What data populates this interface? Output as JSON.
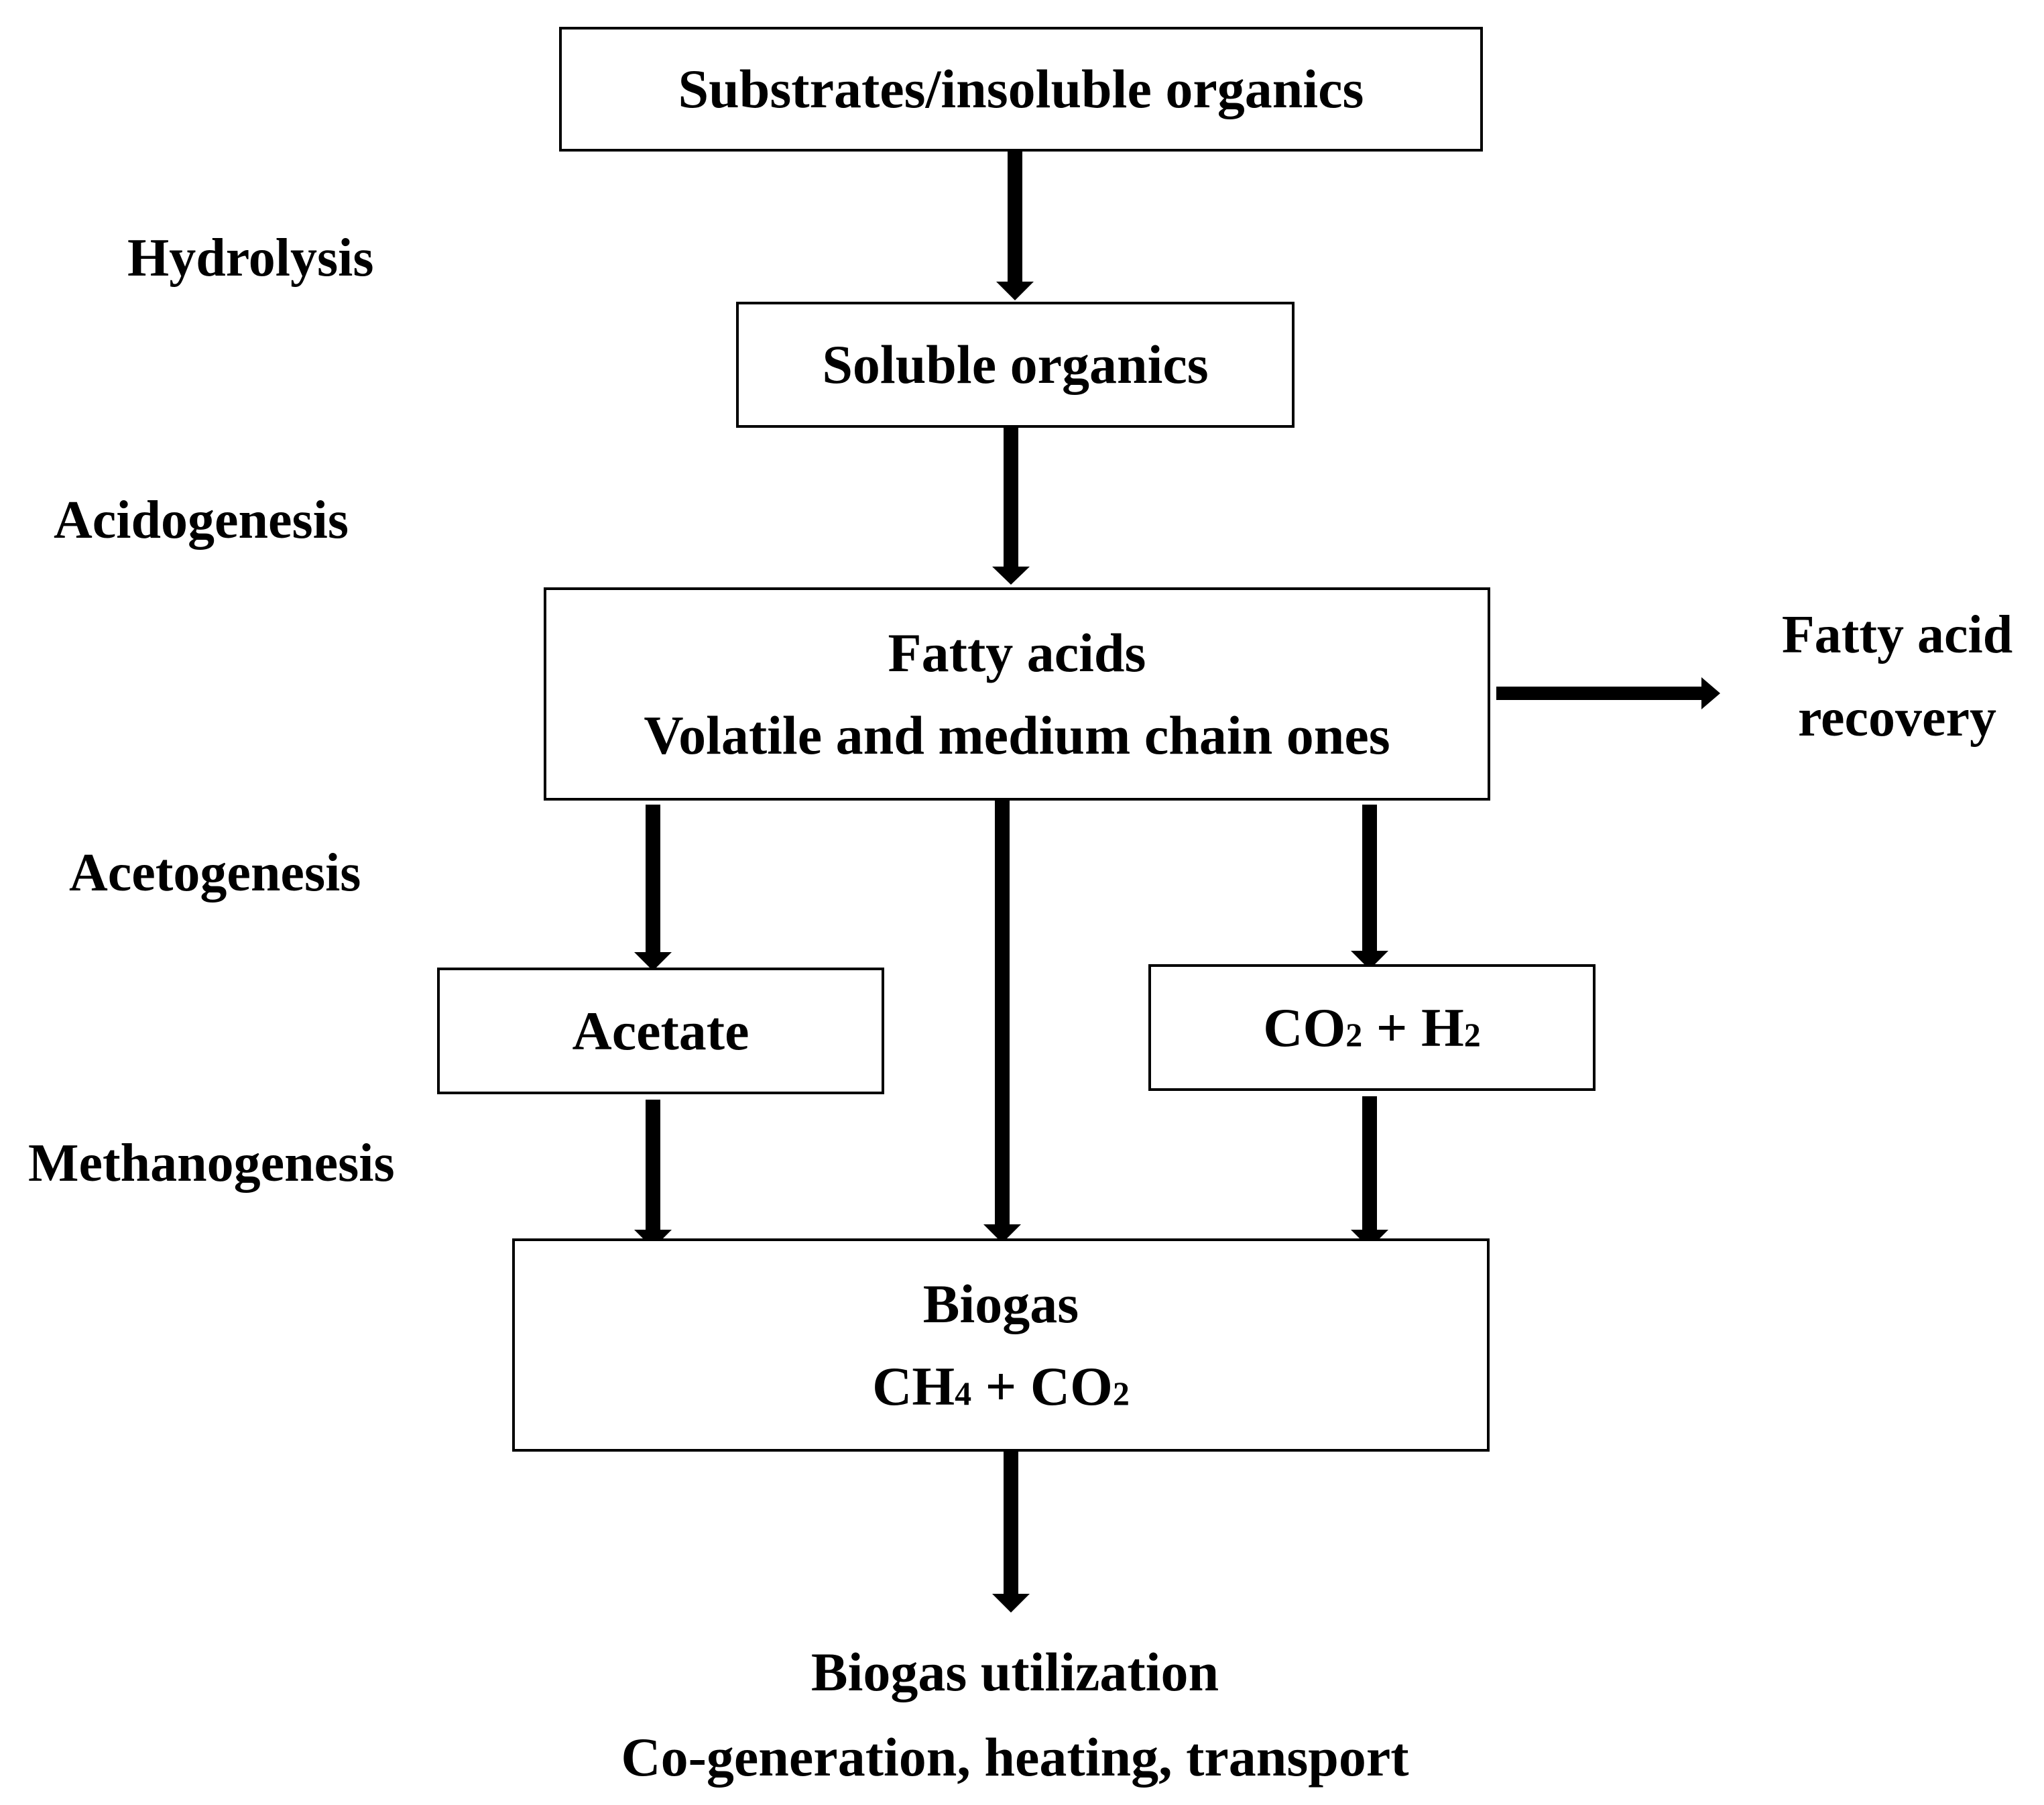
{
  "colors": {
    "stroke": "#000000",
    "background": "#ffffff"
  },
  "boxes": {
    "substrates": {
      "line1": "Substrates/insoluble organics"
    },
    "soluble": {
      "line1": "Soluble organics"
    },
    "fatty_acids": {
      "line1": "Fatty acids",
      "line2": "Volatile and medium chain ones"
    },
    "acetate": {
      "line1": "Acetate"
    },
    "co2_h2": {
      "co2_base": "CO",
      "co2_sub": "2",
      "plus": "+",
      "h2_base": "H",
      "h2_sub": "2"
    },
    "biogas": {
      "line1": "Biogas",
      "ch4_base": "CH",
      "ch4_sub": "4",
      "plus": "+",
      "co2_base": "CO",
      "co2_sub": "2"
    }
  },
  "stages": {
    "hydrolysis": "Hydrolysis",
    "acidogenesis": "Acidogenesis",
    "acetogenesis": "Acetogenesis",
    "methanogenesis": "Methanogenesis"
  },
  "outputs": {
    "fatty_acid_recovery": {
      "line1": "Fatty acid",
      "line2": "recovery"
    },
    "biogas_utilization": {
      "line1": "Biogas utilization",
      "line2": "Co-generation, heating, transport"
    }
  }
}
